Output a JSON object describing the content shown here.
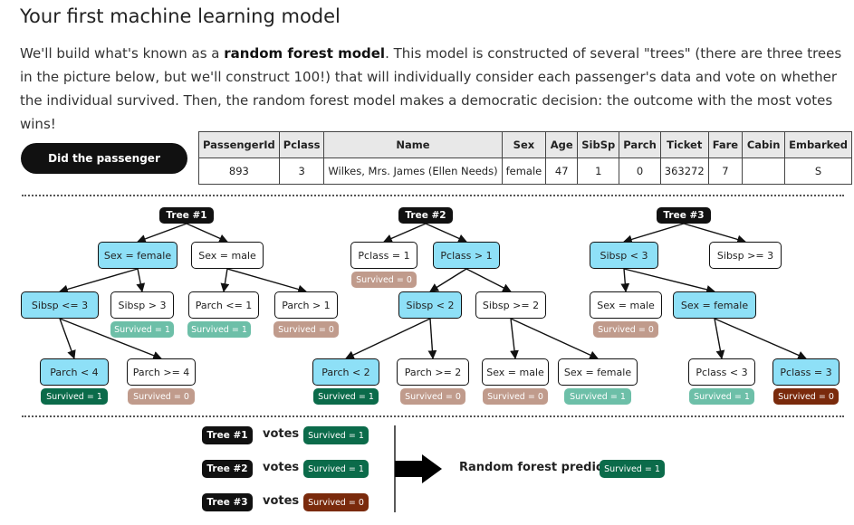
{
  "page": {
    "title": "Your first machine learning model",
    "intro_pre": "We'll build what's known as a ",
    "intro_bold": "random forest model",
    "intro_post": ". This model is constructed of several \"trees\" (there are three trees in the picture below, but we'll construct 100!) that will individually consider each passenger's data and vote on whether the individual survived. Then, the random forest model makes a democratic decision: the outcome with the most votes wins!",
    "question": "Did the passenger survive?"
  },
  "passenger_table": {
    "headers": [
      "PassengerId",
      "Pclass",
      "Name",
      "Sex",
      "Age",
      "SibSp",
      "Parch",
      "Ticket",
      "Fare",
      "Cabin",
      "Embarked"
    ],
    "row": [
      "893",
      "3",
      "Wilkes, Mrs. James (Ellen Needs)",
      "female",
      "47",
      "1",
      "0",
      "363272",
      "7",
      "",
      "S"
    ]
  },
  "colors": {
    "highlight_node": "#8ee0f7",
    "survived_1_on_path": "#0b6b4a",
    "survived_1_off_path": "#6dbfa8",
    "survived_0_on_path": "#7a2a0c",
    "survived_0_off_path": "#c09b8c"
  },
  "trees": [
    {
      "label": "Tree #1",
      "nodes": [
        {
          "id": "t1_female",
          "text": "Sex = female",
          "on_path": true
        },
        {
          "id": "t1_male",
          "text": "Sex = male",
          "on_path": false
        },
        {
          "id": "t1_sib_le3",
          "text": "Sibsp <= 3",
          "on_path": true
        },
        {
          "id": "t1_sib_gt3",
          "text": "Sibsp > 3",
          "on_path": false
        },
        {
          "id": "t1_parch_le1",
          "text": "Parch <= 1",
          "on_path": false
        },
        {
          "id": "t1_parch_gt1",
          "text": "Parch > 1",
          "on_path": false
        },
        {
          "id": "t1_parch_lt4",
          "text": "Parch < 4",
          "on_path": true
        },
        {
          "id": "t1_parch_ge4",
          "text": "Parch >= 4",
          "on_path": false
        }
      ],
      "outcomes": [
        {
          "id": "t1_o1",
          "text": "Survived = 1",
          "value": 1,
          "on_path": false
        },
        {
          "id": "t1_o2",
          "text": "Survived = 1",
          "value": 1,
          "on_path": false
        },
        {
          "id": "t1_o3",
          "text": "Survived = 0",
          "value": 0,
          "on_path": false
        },
        {
          "id": "t1_o4",
          "text": "Survived = 1",
          "value": 1,
          "on_path": true
        },
        {
          "id": "t1_o5",
          "text": "Survived = 0",
          "value": 0,
          "on_path": false
        }
      ]
    },
    {
      "label": "Tree #2",
      "nodes": [
        {
          "id": "t2_pc1",
          "text": "Pclass = 1",
          "on_path": false
        },
        {
          "id": "t2_pcgt1",
          "text": "Pclass > 1",
          "on_path": true
        },
        {
          "id": "t2_sib_lt2",
          "text": "Sibsp < 2",
          "on_path": true
        },
        {
          "id": "t2_sib_ge2",
          "text": "Sibsp >= 2",
          "on_path": false
        },
        {
          "id": "t2_parch_lt2",
          "text": "Parch < 2",
          "on_path": true
        },
        {
          "id": "t2_parch_ge2",
          "text": "Parch >= 2",
          "on_path": false
        },
        {
          "id": "t2_male",
          "text": "Sex = male",
          "on_path": false
        },
        {
          "id": "t2_female",
          "text": "Sex = female",
          "on_path": false
        }
      ],
      "outcomes": [
        {
          "id": "t2_o1",
          "text": "Survived = 0",
          "value": 0,
          "on_path": false
        },
        {
          "id": "t2_o2",
          "text": "Survived = 1",
          "value": 1,
          "on_path": true
        },
        {
          "id": "t2_o3",
          "text": "Survived = 0",
          "value": 0,
          "on_path": false
        },
        {
          "id": "t2_o4",
          "text": "Survived = 0",
          "value": 0,
          "on_path": false
        },
        {
          "id": "t2_o5",
          "text": "Survived = 1",
          "value": 1,
          "on_path": false
        }
      ]
    },
    {
      "label": "Tree #3",
      "nodes": [
        {
          "id": "t3_sib_lt3",
          "text": "Sibsp < 3",
          "on_path": true
        },
        {
          "id": "t3_sib_ge3",
          "text": "Sibsp >= 3",
          "on_path": false
        },
        {
          "id": "t3_male",
          "text": "Sex = male",
          "on_path": false
        },
        {
          "id": "t3_female",
          "text": "Sex = female",
          "on_path": true
        },
        {
          "id": "t3_pc_lt3",
          "text": "Pclass < 3",
          "on_path": false
        },
        {
          "id": "t3_pc_eq3",
          "text": "Pclass = 3",
          "on_path": true
        }
      ],
      "outcomes": [
        {
          "id": "t3_o1",
          "text": "Survived = 0",
          "value": 0,
          "on_path": false
        },
        {
          "id": "t3_o2",
          "text": "Survived = 1",
          "value": 1,
          "on_path": false
        },
        {
          "id": "t3_o3",
          "text": "Survived = 0",
          "value": 0,
          "on_path": true
        }
      ]
    }
  ],
  "votes": {
    "votes_word": "votes",
    "rows": [
      {
        "tree": "Tree #1",
        "result": "Survived = 1",
        "value": 1
      },
      {
        "tree": "Tree #2",
        "result": "Survived = 1",
        "value": 1
      },
      {
        "tree": "Tree #3",
        "result": "Survived = 0",
        "value": 0
      }
    ],
    "prediction_label": "Random forest predicts",
    "prediction": "Survived = 1",
    "prediction_value": 1
  }
}
